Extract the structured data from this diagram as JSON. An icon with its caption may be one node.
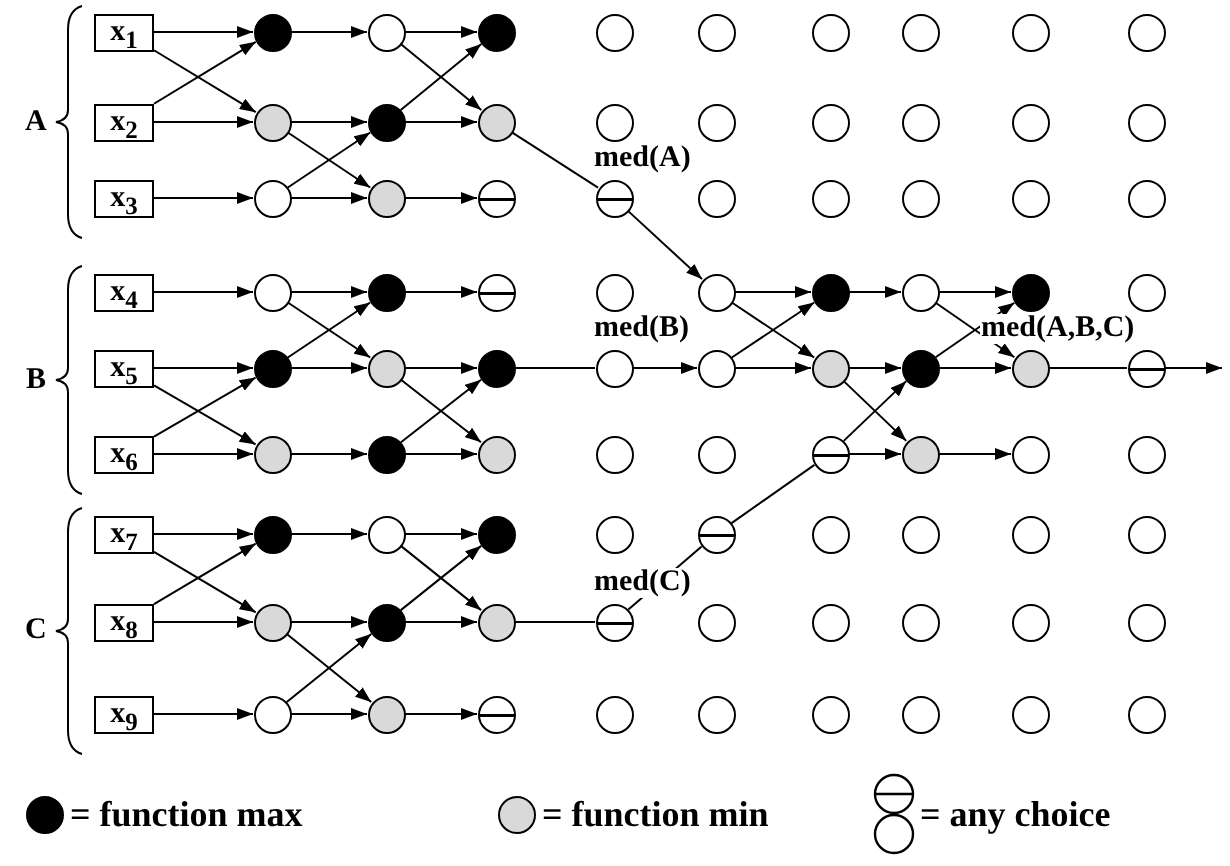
{
  "diagram": {
    "nodes": [
      {
        "text": [
          "x$_{1}$"
        ]
      },
      {
        "text": [],
        "shape": "circle"
      },
      {
        "text": [],
        "shape": "circle"
      },
      {
        "text": [],
        "shape": "circle"
      },
      {
        "text": [],
        "shape": "circle"
      },
      {
        "text": [],
        "shape": "circle"
      },
      {
        "text": [],
        "shape": "circle"
      },
      {
        "text": [],
        "shape": "circle"
      },
      {
        "text": [],
        "shape": "circle"
      },
      {
        "text": [],
        "shape": "circle"
      },
      {
        "text": [
          "x$_{2}$"
        ]
      },
      {
        "text": [],
        "shape": "circle"
      },
      {
        "text": [],
        "shape": "circle"
      },
      {
        "text": [],
        "shape": "circle"
      },
      {
        "text": [],
        "shape": "circle"
      },
      {
        "text": [],
        "shape": "circle"
      },
      {
        "text": [],
        "shape": "circle"
      },
      {
        "text": [],
        "shape": "circle"
      },
      {
        "text": [],
        "shape": "circle"
      },
      {
        "text": [],
        "shape": "circle"
      },
      {
        "text": [
          "x$_{3}$"
        ]
      },
      {
        "text": [],
        "shape": "circle"
      },
      {
        "text": [],
        "shape": "circle"
      },
      {
        "text": [],
        "shape": "circle"
      },
      {
        "text": [],
        "shape": "circle"
      },
      {
        "text": [],
        "shape": "circle"
      },
      {
        "text": [],
        "shape": "circle"
      },
      {
        "text": [],
        "shape": "circle"
      },
      {
        "text": [],
        "shape": "circle"
      },
      {
        "text": [],
        "shape": "circle"
      },
      {
        "text": [
          "x$_{4}$"
        ]
      },
      {
        "text": [],
        "shape": "circle"
      },
      {
        "text": [],
        "shape": "circle"
      },
      {
        "text": [],
        "shape": "circle"
      },
      {
        "text": [],
        "shape": "circle"
      },
      {
        "text": [],
        "shape": "circle"
      },
      {
        "text": [],
        "shape": "circle"
      },
      {
        "text": [],
        "shape": "circle"
      },
      {
        "text": [],
        "shape": "circle"
      },
      {
        "text": [],
        "shape": "circle"
      },
      {
        "text": [
          "x$_{5}$"
        ]
      },
      {
        "text": [],
        "shape": "circle"
      },
      {
        "text": [],
        "shape": "circle"
      },
      {
        "text": [],
        "shape": "circle"
      },
      {
        "text": [],
        "shape": "circle"
      },
      {
        "text": [],
        "shape": "circle"
      },
      {
        "text": [],
        "shape": "circle"
      },
      {
        "text": [],
        "shape": "circle"
      },
      {
        "text": [],
        "shape": "circle"
      },
      {
        "text": [],
        "shape": "circle"
      },
      {
        "text": [
          "x$_{6}$"
        ]
      },
      {
        "text": [],
        "shape": "circle"
      },
      {
        "text": [],
        "shape": "circle"
      },
      {
        "text": [],
        "shape": "circle"
      },
      {
        "text": [],
        "shape": "circle"
      },
      {
        "text": [],
        "shape": "circle"
      },
      {
        "text": [],
        "shape": "circle"
      },
      {
        "text": [],
        "shape": "circle"
      },
      {
        "text": [],
        "shape": "circle"
      },
      {
        "text": [],
        "shape": "circle"
      },
      {
        "text": [
          "x$_{7}$"
        ]
      },
      {
        "text": [],
        "shape": "circle"
      },
      {
        "text": [],
        "shape": "circle"
      },
      {
        "text": [],
        "shape": "circle"
      },
      {
        "text": [],
        "shape": "circle"
      },
      {
        "text": [],
        "shape": "circle"
      },
      {
        "text": [],
        "shape": "circle"
      },
      {
        "text": [],
        "shape": "circle"
      },
      {
        "text": [],
        "shape": "circle"
      },
      {
        "text": [],
        "shape": "circle"
      },
      {
        "text": [
          "x$_{8}$"
        ]
      },
      {
        "text": [],
        "shape": "circle"
      },
      {
        "text": [],
        "shape": "circle"
      },
      {
        "text": [],
        "shape": "circle"
      },
      {
        "text": [],
        "shape": "circle"
      },
      {
        "text": [],
        "shape": "circle"
      },
      {
        "text": [],
        "shape": "circle"
      },
      {
        "text": [],
        "shape": "circle"
      },
      {
        "text": [],
        "shape": "circle"
      },
      {
        "text": [],
        "shape": "circle"
      },
      {
        "text": [
          "x$_{9}$"
        ]
      },
      {
        "text": [],
        "shape": "circle"
      },
      {
        "text": [],
        "shape": "circle"
      },
      {
        "text": [],
        "shape": "circle"
      },
      {
        "text": [],
        "shape": "circle"
      },
      {
        "text": [],
        "shape": "circle"
      },
      {
        "text": [],
        "shape": "circle"
      },
      {
        "text": [],
        "shape": "circle"
      },
      {
        "text": [],
        "shape": "circle"
      },
      {
        "text": [],
        "shape": "circle"
      }
    ],
    "edges": [
      {
        "from": 0,
        "to": 1,
        "arrow": "to"
      },
      {
        "from": 0,
        "to": 11,
        "arrow": "to"
      },
      {
        "from": 10,
        "to": 1,
        "arrow": "to"
      },
      {
        "from": 10,
        "to": 11,
        "arrow": "to"
      },
      {
        "from": 20,
        "to": 21,
        "arrow": "to"
      },
      {
        "from": 1,
        "to": 2,
        "arrow": "to"
      },
      {
        "from": 11,
        "to": 12,
        "arrow": "to"
      },
      {
        "from": 11,
        "to": 22,
        "arrow": "to"
      },
      {
        "from": 21,
        "to": 12,
        "arrow": "to"
      },
      {
        "from": 21,
        "to": 22,
        "arrow": "to"
      },
      {
        "from": 2,
        "to": 3,
        "arrow": "to"
      },
      {
        "from": 2,
        "to": 13,
        "arrow": "to"
      },
      {
        "from": 12,
        "to": 3,
        "arrow": "to"
      },
      {
        "from": 12,
        "to": 13,
        "arrow": "to"
      },
      {
        "from": 22,
        "to": 23,
        "arrow": "to"
      },
      {
        "from": 13,
        "to": 24,
        "arrow": "none"
      },
      {
        "from": 24,
        "to": 35,
        "arrow": "to",
        "label": "med(A)"
      },
      {
        "from": 30,
        "to": 31,
        "arrow": "to"
      },
      {
        "from": 40,
        "to": 41,
        "arrow": "to"
      },
      {
        "from": 40,
        "to": 51,
        "arrow": "to"
      },
      {
        "from": 50,
        "to": 41,
        "arrow": "to"
      },
      {
        "from": 50,
        "to": 51,
        "arrow": "to"
      },
      {
        "from": 31,
        "to": 32,
        "arrow": "to"
      },
      {
        "from": 31,
        "to": 42,
        "arrow": "to"
      },
      {
        "from": 41,
        "to": 32,
        "arrow": "to"
      },
      {
        "from": 41,
        "to": 42,
        "arrow": "to"
      },
      {
        "from": 51,
        "to": 52,
        "arrow": "to"
      },
      {
        "from": 32,
        "to": 33,
        "arrow": "to"
      },
      {
        "from": 42,
        "to": 43,
        "arrow": "to"
      },
      {
        "from": 42,
        "to": 53,
        "arrow": "to"
      },
      {
        "from": 52,
        "to": 43,
        "arrow": "to"
      },
      {
        "from": 52,
        "to": 53,
        "arrow": "to"
      },
      {
        "from": 43,
        "to": 44,
        "arrow": "none"
      },
      {
        "from": 44,
        "to": 45,
        "arrow": "to",
        "label": "med(B)"
      },
      {
        "from": 60,
        "to": 61,
        "arrow": "to"
      },
      {
        "from": 60,
        "to": 71,
        "arrow": "to"
      },
      {
        "from": 70,
        "to": 61,
        "arrow": "to"
      },
      {
        "from": 70,
        "to": 71,
        "arrow": "to"
      },
      {
        "from": 80,
        "to": 81,
        "arrow": "to"
      },
      {
        "from": 61,
        "to": 62,
        "arrow": "to"
      },
      {
        "from": 71,
        "to": 72,
        "arrow": "to"
      },
      {
        "from": 71,
        "to": 82,
        "arrow": "to"
      },
      {
        "from": 81,
        "to": 72,
        "arrow": "to"
      },
      {
        "from": 81,
        "to": 82,
        "arrow": "to"
      },
      {
        "from": 62,
        "to": 63,
        "arrow": "to"
      },
      {
        "from": 62,
        "to": 73,
        "arrow": "to"
      },
      {
        "from": 72,
        "to": 63,
        "arrow": "to"
      },
      {
        "from": 72,
        "to": 73,
        "arrow": "to"
      },
      {
        "from": 82,
        "to": 83,
        "arrow": "to"
      },
      {
        "from": 73,
        "to": 74,
        "arrow": "none"
      },
      {
        "from": 74,
        "to": 65,
        "arrow": "none",
        "label": "med(C)"
      },
      {
        "from": 65,
        "to": 56,
        "arrow": "none"
      },
      {
        "from": 35,
        "to": 36,
        "arrow": "to"
      },
      {
        "from": 35,
        "to": 46,
        "arrow": "to"
      },
      {
        "from": 45,
        "to": 36,
        "arrow": "to"
      },
      {
        "from": 45,
        "to": 46,
        "arrow": "to"
      },
      {
        "from": 36,
        "to": 37,
        "arrow": "to"
      },
      {
        "from": 46,
        "to": 47,
        "arrow": "to"
      },
      {
        "from": 46,
        "to": 57,
        "arrow": "to"
      },
      {
        "from": 56,
        "to": 47,
        "arrow": "to"
      },
      {
        "from": 56,
        "to": 57,
        "arrow": "to"
      },
      {
        "from": 57,
        "to": 58,
        "arrow": "to"
      },
      {
        "from": 37,
        "to": 38,
        "arrow": "to"
      },
      {
        "from": 37,
        "to": 48,
        "arrow": "to"
      },
      {
        "from": 47,
        "to": 38,
        "arrow": "to"
      },
      {
        "from": 47,
        "to": 48,
        "arrow": "to"
      },
      {
        "from": 48,
        "to": 49,
        "arrow": "none",
        "label": "med(A,B,C)"
      },
      {
        "from": 49,
        "to": null,
        "arrow": "to"
      }
    ],
    "labels": [
      "A",
      "B",
      "C"
    ],
    "legend": [
      {
        "text": "= function max",
        "color": "#000000"
      },
      {
        "text": "= function min",
        "color": "#d9d9d9"
      },
      {
        "text": "= any choice"
      }
    ]
  }
}
